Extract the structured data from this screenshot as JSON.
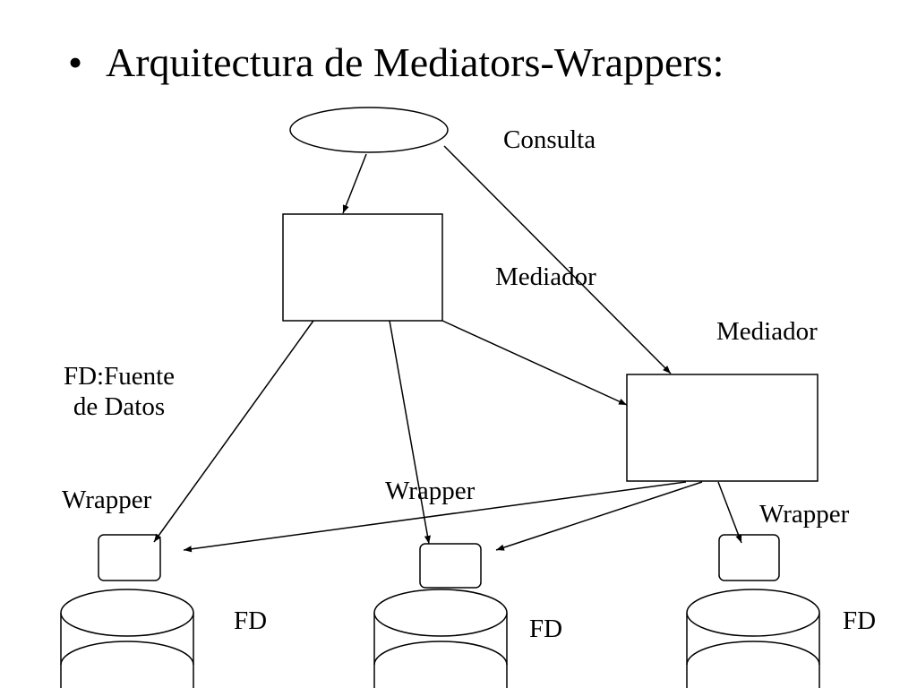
{
  "title": {
    "bullet": "•",
    "text": "Arquitectura de Mediators-Wrappers:"
  },
  "labels": {
    "consulta": "Consulta",
    "mediador_1": "Mediador",
    "mediador_2": "Mediador",
    "fd_legend_line1": "FD:Fuente",
    "fd_legend_line2": "de Datos",
    "wrapper_left": "Wrapper",
    "wrapper_middle": "Wrapper",
    "wrapper_right": "Wrapper",
    "fd_left": "FD",
    "fd_middle": "FD",
    "fd_right": "FD"
  },
  "colors": {
    "stroke": "#000000",
    "fill": "#ffffff"
  }
}
